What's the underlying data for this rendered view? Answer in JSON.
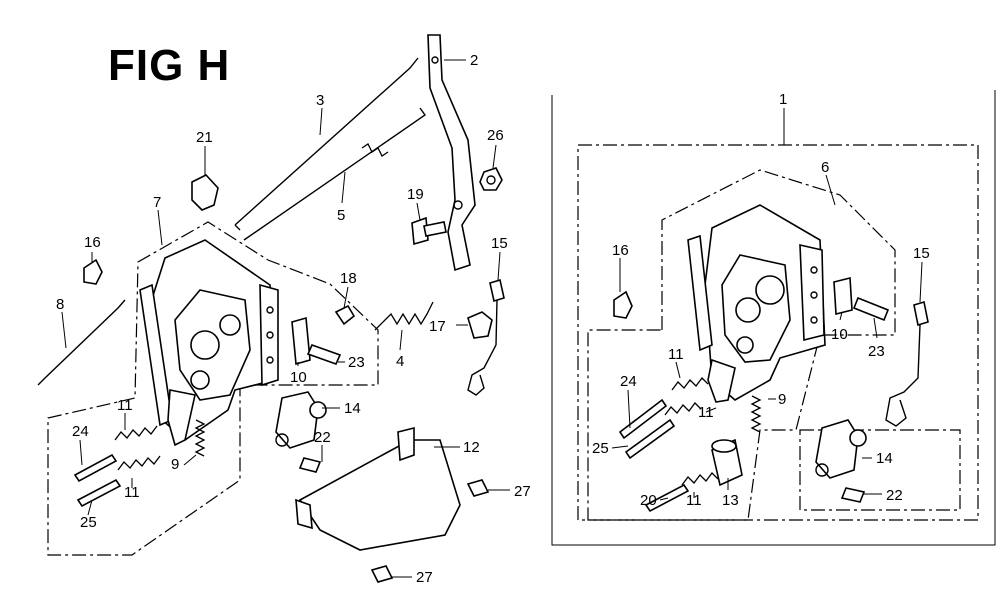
{
  "figure": {
    "title": "FIG H",
    "labels": {
      "p1": "1",
      "p2": "2",
      "p3": "3",
      "p4": "4",
      "p5": "5",
      "p6": "6",
      "p7": "7",
      "p8": "8",
      "p9a": "9",
      "p9b": "9",
      "p10a": "10",
      "p10b": "10",
      "p11a": "11",
      "p11b": "11",
      "p11c": "11",
      "p11d": "11",
      "p11e": "11",
      "p12": "12",
      "p13": "13",
      "p14a": "14",
      "p14b": "14",
      "p15a": "15",
      "p15b": "15",
      "p16a": "16",
      "p16b": "16",
      "p17": "17",
      "p18": "18",
      "p19": "19",
      "p20": "20",
      "p21": "21",
      "p22a": "22",
      "p22b": "22",
      "p23a": "23",
      "p23b": "23",
      "p24a": "24",
      "p24b": "24",
      "p25a": "25",
      "p25b": "25",
      "p26": "26",
      "p27a": "27",
      "p27b": "27"
    }
  }
}
